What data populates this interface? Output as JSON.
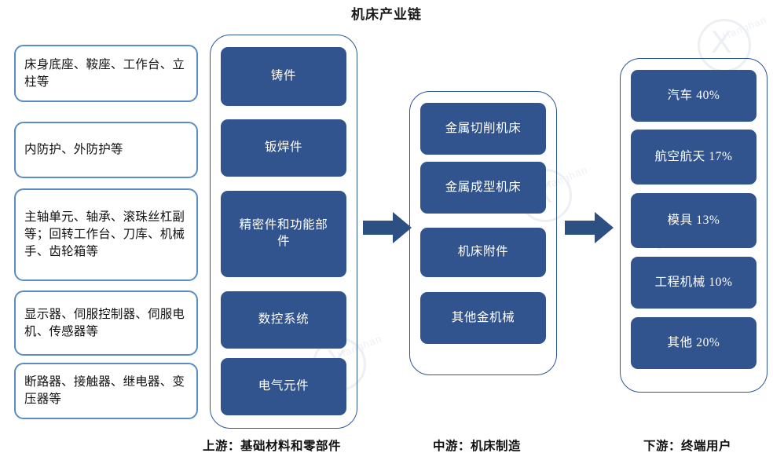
{
  "title": "机床产业链",
  "colors": {
    "node_fill": "#31548e",
    "stage_border": "#2f5597",
    "desc_border": "#5b8cc4",
    "arrow": "#2c5081",
    "text_dark": "#111111",
    "node_text": "#ffffff"
  },
  "upstream": {
    "caption": "上游：基础材料和零部件",
    "descriptions": [
      "床身底座、鞍座、工作台、立柱等",
      "内防护、外防护等",
      "主轴单元、轴承、滚珠丝杠副等；回转工作台、刀库、机械手、齿轮箱等",
      "显示器、伺服控制器、伺服电机、传感器等",
      "断路器、接触器、继电器、变压器等"
    ],
    "nodes": [
      "铸件",
      "钣焊件",
      "精密件和功能部件",
      "数控系统",
      "电气元件"
    ]
  },
  "midstream": {
    "caption": "中游：机床制造",
    "nodes": [
      "金属切削机床",
      "金属成型机床",
      "机床附件",
      "其他金机械"
    ]
  },
  "downstream": {
    "caption": "下游：终端用户",
    "nodes": [
      "汽车 40%",
      "航空航天 17%",
      "模具 13%",
      "工程机械 10%",
      "其他 20%"
    ],
    "shares": [
      {
        "label": "汽车",
        "value": 40,
        "unit": "%"
      },
      {
        "label": "航空航天",
        "value": 17,
        "unit": "%"
      },
      {
        "label": "模具",
        "value": 13,
        "unit": "%"
      },
      {
        "label": "工程机械",
        "value": 10,
        "unit": "%"
      },
      {
        "label": "其他",
        "value": 20,
        "unit": "%"
      }
    ]
  },
  "arrows": [
    {
      "name": "arrow-upstream-to-midstream"
    },
    {
      "name": "arrow-midstream-to-downstream"
    }
  ],
  "watermark": {
    "brand": "Hanghan",
    "mark": "X"
  }
}
